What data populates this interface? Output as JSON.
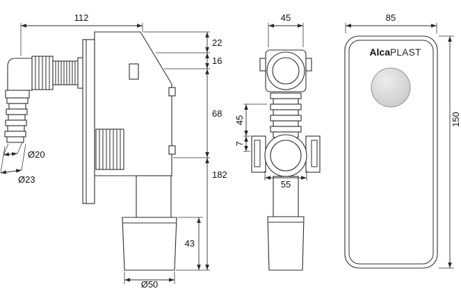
{
  "side_view": {
    "dim_width_top": "112",
    "dim_v1": "22",
    "dim_v2": "16",
    "dim_v3": "68",
    "dim_v_total": "182",
    "dim_cup_height": "43",
    "dim_hose_inner": "Ø20",
    "dim_hose_outer": "Ø23",
    "dim_outlet_dia": "Ø50"
  },
  "front_view": {
    "dim_width_top": "45",
    "dim_v_upper": "45",
    "dim_v_lower": "7",
    "dim_width_bottom": "55"
  },
  "plate_view": {
    "dim_width_top": "85",
    "dim_height": "150",
    "logo_bold": "Alca",
    "logo_light": "PLAST"
  },
  "colors": {
    "line": "#2b2b2b",
    "text": "#111111",
    "plate_fill": "#f8f8f8",
    "knob_light": "#ededed",
    "knob_dark": "#c9c9c9"
  }
}
